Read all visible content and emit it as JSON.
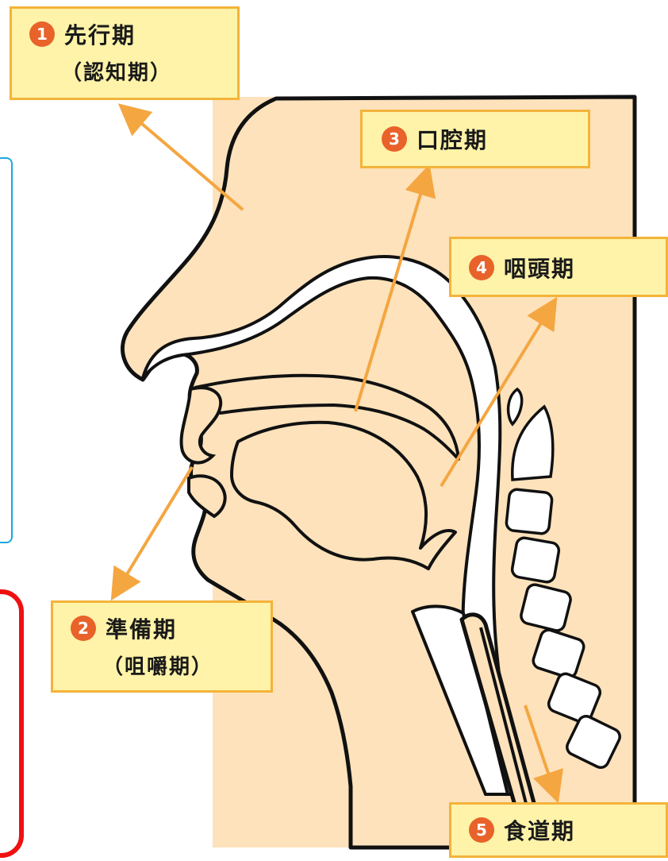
{
  "stages": [
    {
      "num": "1",
      "title": "先行期",
      "sub": "（認知期）"
    },
    {
      "num": "2",
      "title": "準備期",
      "sub": "（咀嚼期）"
    },
    {
      "num": "3",
      "title": "口腔期"
    },
    {
      "num": "4",
      "title": "咽頭期"
    },
    {
      "num": "5",
      "title": "食道期"
    }
  ],
  "colors": {
    "skin": "#fde2bb",
    "outline": "#111111",
    "arrow": "#f4a640",
    "label_fill": "#fef3a8",
    "label_border": "#f4b33a",
    "badge": "#e8622a",
    "frame_blue": "#1aa7e0",
    "frame_red": "#ee1111"
  }
}
